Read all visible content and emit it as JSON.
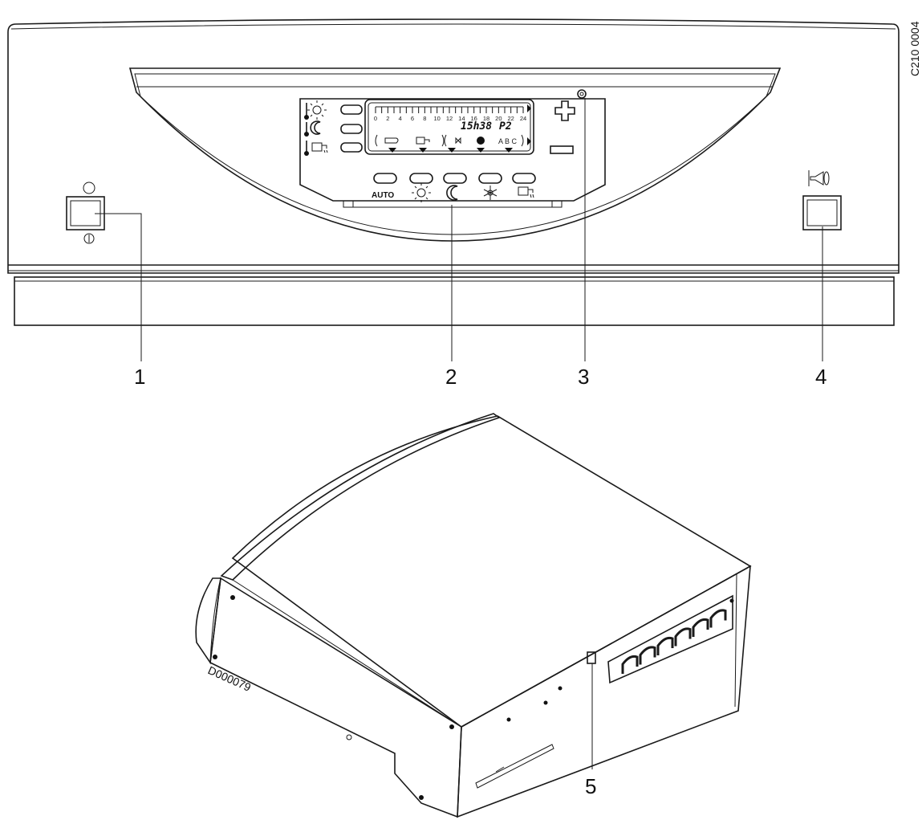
{
  "figure": {
    "drawing_ref_front": "C210 0004",
    "drawing_ref_box": "D000079",
    "display_ticks": [
      "0",
      "2",
      "4",
      "6",
      "8",
      "10",
      "12",
      "14",
      "16",
      "18",
      "20",
      "22",
      "24"
    ],
    "display_time": "15h38",
    "display_program": "P2",
    "display_letters": "A B C",
    "mode_button_label": "AUTO",
    "callouts": [
      "1",
      "2",
      "3",
      "4",
      "5"
    ]
  }
}
